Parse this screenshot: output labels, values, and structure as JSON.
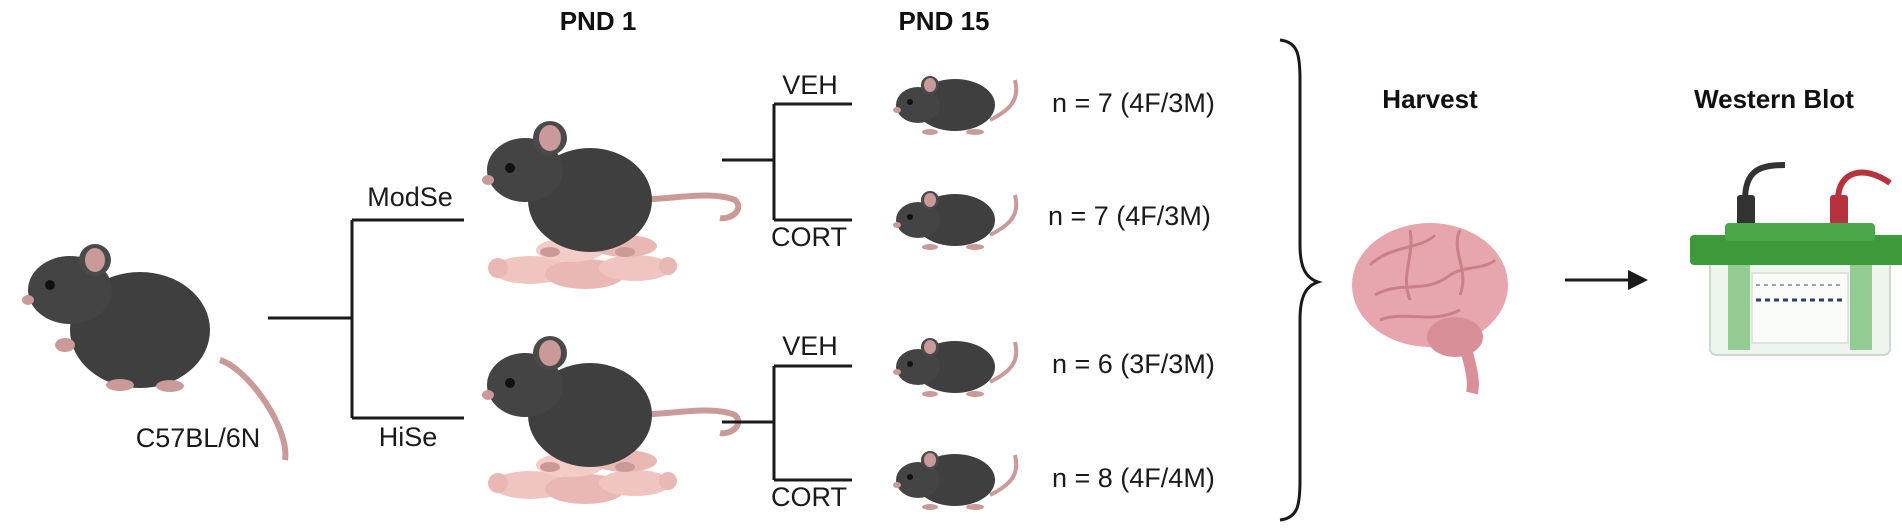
{
  "headers": {
    "pnd1": "PND 1",
    "pnd15": "PND 15",
    "harvest": "Harvest",
    "western_blot": "Western Blot"
  },
  "strain": "C57BL/6N",
  "diets": {
    "mod": "ModSe",
    "hi": "HiSe"
  },
  "groups": [
    {
      "treatment": "VEH",
      "n": "n = 7 (4F/3M)"
    },
    {
      "treatment": "CORT",
      "n": "n = 7 (4F/3M)"
    },
    {
      "treatment": "VEH",
      "n": "n = 6 (3F/3M)"
    },
    {
      "treatment": "CORT",
      "n": "n = 8 (4F/4M)"
    }
  ],
  "colors": {
    "mouse_body": "#3f3f3f",
    "mouse_ear": "#c99a98",
    "pup": "#f0c4c0",
    "brain": "#e7a6ad",
    "gel_green": "#3c9a3a",
    "line": "#1a1a1a"
  }
}
